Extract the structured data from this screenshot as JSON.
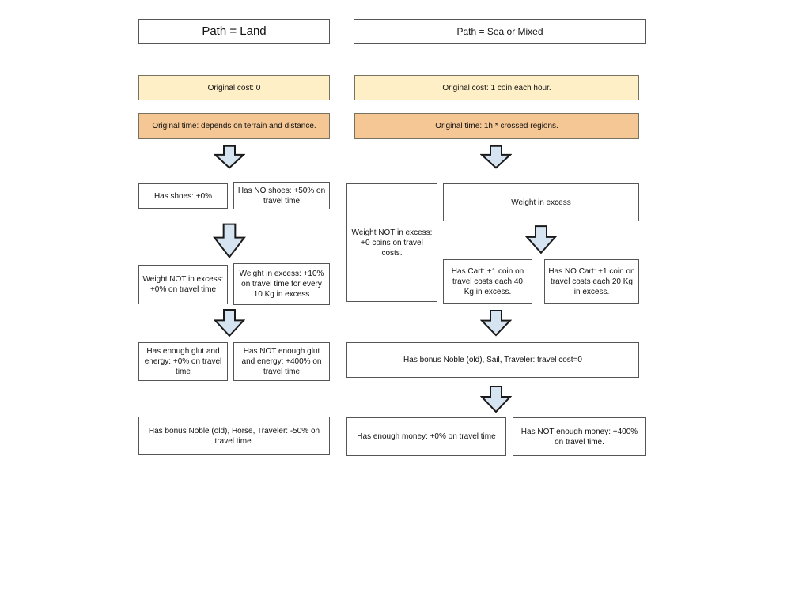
{
  "colors": {
    "background": "#ffffff",
    "box_yellow": "#ffefc6",
    "box_orange": "#f5c794",
    "arrow_fill": "#d6e4f2",
    "arrow_stroke": "#1a1a1a",
    "box_border": "#565656",
    "colored_box_border": "#77715f",
    "text": "#111111"
  },
  "land": {
    "header": "Path = Land",
    "original_cost": "Original cost: 0",
    "original_time": "Original time: depends on terrain and distance.",
    "shoes_yes": "Has shoes: +0%",
    "shoes_no": "Has NO shoes: +50% on travel time",
    "weight_ok": "Weight NOT in excess: +0% on travel time",
    "weight_excess": "Weight in excess: +10% on travel time for every 10 Kg in excess",
    "glut_ok": "Has enough glut and energy: +0% on travel time",
    "glut_no": "Has NOT enough glut and energy: +400% on travel time",
    "bonus": "Has bonus Noble (old), Horse, Traveler: -50% on travel time."
  },
  "sea": {
    "header": "Path = Sea or Mixed",
    "original_cost": "Original cost: 1 coin each hour.",
    "original_time": "Original time: 1h * crossed regions.",
    "weight_ok": "Weight NOT in excess: +0 coins on travel costs.",
    "weight_excess": "Weight in excess",
    "cart_yes": "Has Cart: +1 coin on travel costs each 40 Kg in excess.",
    "cart_no": "Has NO Cart: +1 coin on travel costs each 20 Kg in excess.",
    "bonus": "Has bonus Noble (old), Sail, Traveler: travel cost=0",
    "money_ok": "Has enough money: +0% on travel time",
    "money_no": "Has NOT enough money: +400% on travel time."
  }
}
